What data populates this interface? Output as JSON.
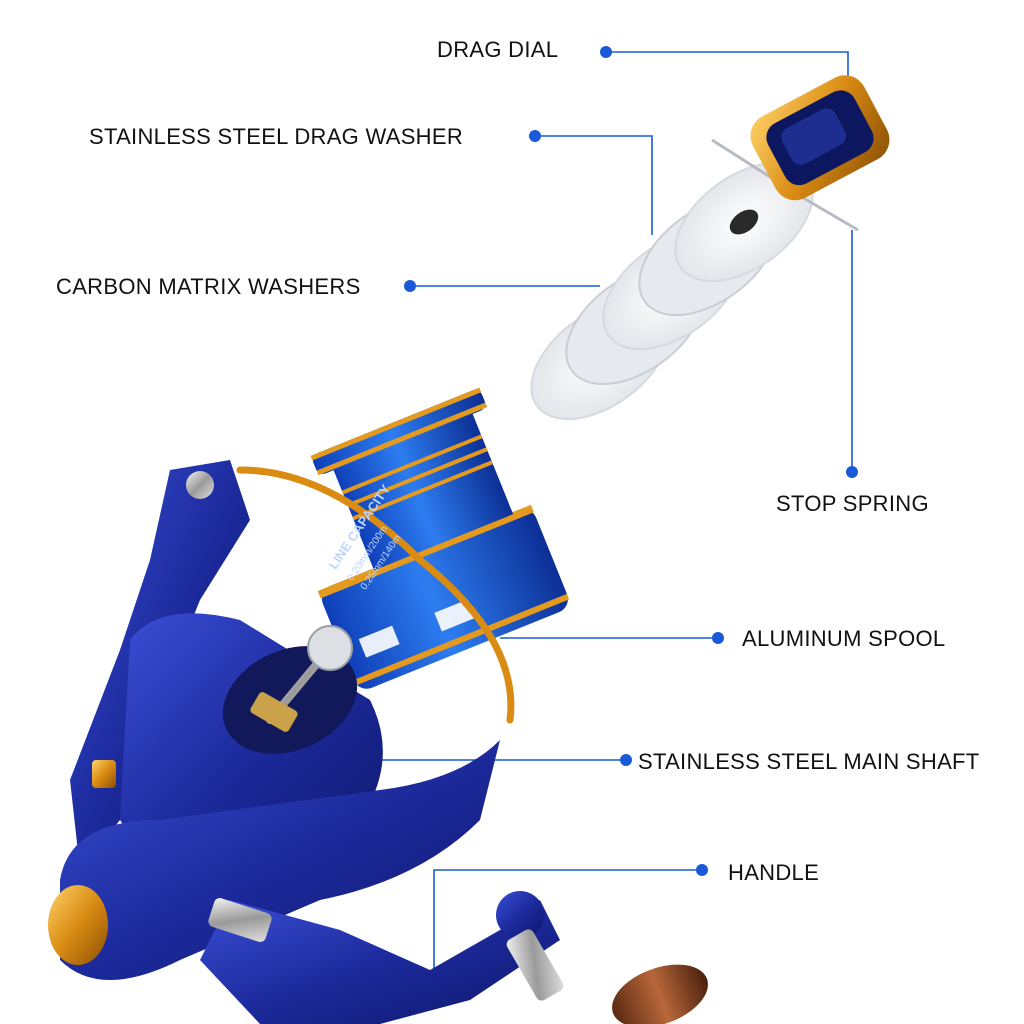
{
  "callouts": {
    "drag_dial": "DRAG DIAL",
    "drag_washer": "STAINLESS STEEL DRAG WASHER",
    "carbon_washers": "CARBON MATRIX WASHERS",
    "stop_spring": "STOP SPRING",
    "spool": "ALUMINUM SPOOL",
    "main_shaft": "STAINLESS STEEL MAIN SHAFT",
    "handle": "HANDLE"
  },
  "spool_print": {
    "line_capacity": "LINE CAPACITY",
    "spec_a": "0.20mm/200m",
    "spec_b": "0.25mm/140m"
  },
  "colors": {
    "leader_line": "#1a5ad8",
    "reel_blue": "#1d2fa8",
    "gold_accent": "#e49a1f",
    "washer_white": "#f1f3f6"
  }
}
